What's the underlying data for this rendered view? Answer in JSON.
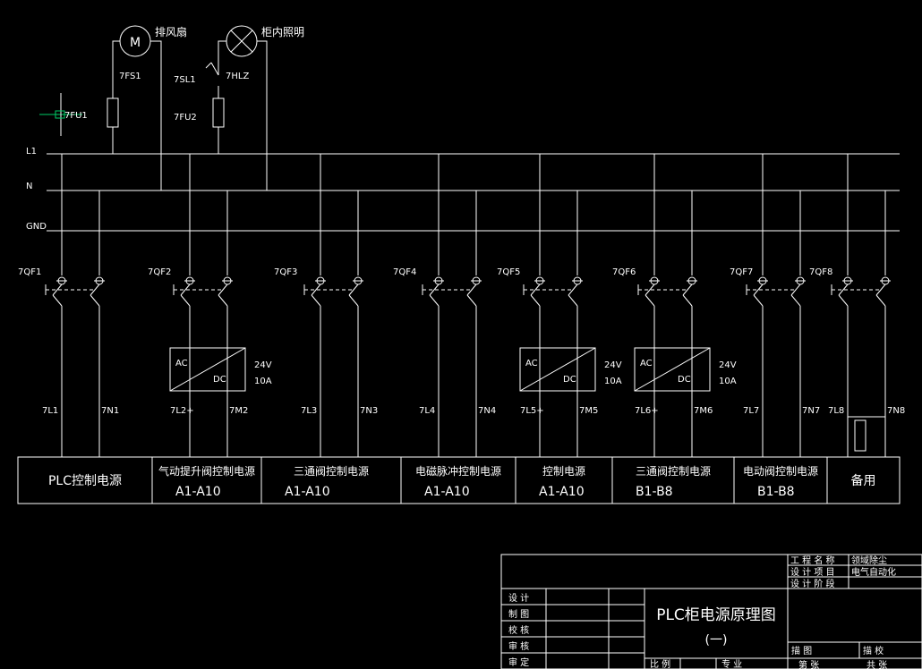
{
  "top": {
    "fan_label": "排风扇",
    "fan_symbol": "M",
    "fan_id": "7FS1",
    "lamp_label": "柜内照明",
    "lamp_switch_id": "7SL1",
    "lamp_id": "7HLZ",
    "fuse2_id": "7FU2",
    "fuse1_id": "7FU1"
  },
  "buses": {
    "l1": "L1",
    "n": "N",
    "gnd": "GND"
  },
  "breakers": [
    "7QF1",
    "7QF2",
    "7QF3",
    "7QF4",
    "7QF5",
    "7QF6",
    "7QF7",
    "7QF8"
  ],
  "converter": {
    "ac": "AC",
    "dc": "DC",
    "voltage": "24V",
    "current": "10A"
  },
  "wire_labels": [
    "7L1",
    "7N1",
    "7L2+",
    "7M2",
    "7L3",
    "7N3",
    "7L4",
    "7N4",
    "7L5+",
    "7M5",
    "7L6+",
    "7M6",
    "7L7",
    "7N7",
    "7L8",
    "7N8"
  ],
  "boxes": [
    {
      "line1": "PLC控制电源",
      "line2": ""
    },
    {
      "line1": "气动提升阀控制电源",
      "line2": "A1-A10"
    },
    {
      "line1": "三通阀控制电源",
      "line2": "A1-A10"
    },
    {
      "line1": "电磁脉冲控制电源",
      "line2": "A1-A10"
    },
    {
      "line1": "控制电源",
      "line2": "A1-A10"
    },
    {
      "line1": "三通阀控制电源",
      "line2": "B1-B8"
    },
    {
      "line1": "电动阀控制电源",
      "line2": "B1-B8"
    },
    {
      "line1": "备用",
      "line2": ""
    }
  ],
  "title_block": {
    "drawing_title": "PLC柜电源原理图",
    "drawing_sub": "(一)",
    "project_name_label": "工 程 名 称",
    "project_name_value": "领域除尘",
    "design_item_label": "设 计 项 目",
    "design_item_value": "电气自动化",
    "design_stage_label": "设 计 阶 段",
    "design_stage_value": "",
    "roles": [
      "设  计",
      "制  图",
      "校  核",
      "审  核",
      "审  定"
    ],
    "scale_label": "比  例",
    "major_label": "专  业",
    "drawing_no_label": "描 图",
    "check_label": "描 校",
    "sheet_no": "第  张",
    "total": "共  张"
  }
}
